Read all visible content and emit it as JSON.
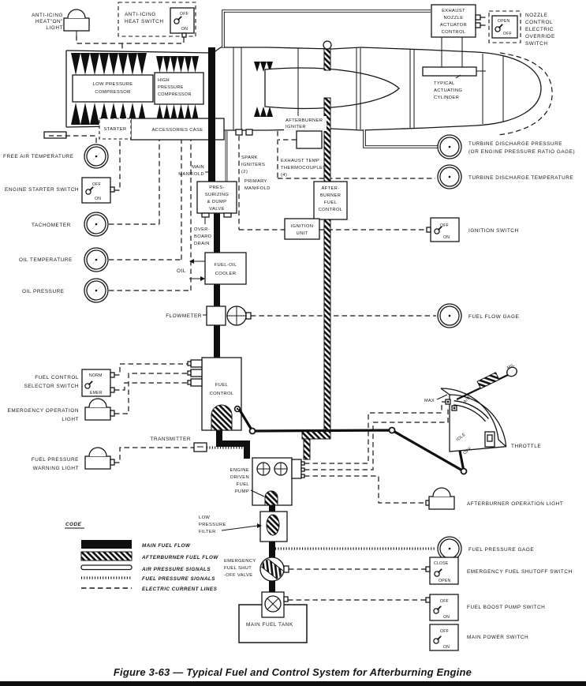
{
  "figure_caption": "Figure 3-63 — Typical Fuel and Control System for Afterburning Engine",
  "colors": {
    "ink": "#161616",
    "paper": "#ffffff"
  },
  "top_left": {
    "light_label": [
      "ANTI-ICING",
      "HEAT\"ON\"",
      "LIGHT"
    ],
    "switch_label": [
      "ANTI-ICING",
      "HEAT SWITCH"
    ],
    "switch_off": "OFF",
    "switch_on": "ON"
  },
  "top_right": {
    "actuator_box": [
      "EXHAUST",
      "NOZZLE",
      "ACTUATOR",
      "CONTROL"
    ],
    "override_label": [
      "NOZZLE",
      "CONTROL",
      "ELECTRIC",
      "OVERRIDE",
      "SWITCH"
    ],
    "override_open": "OPEN",
    "override_off": "OFF",
    "cylinder_label": [
      "TYPICAL",
      "ACTUATING",
      "CYLINDER"
    ]
  },
  "engine": {
    "lp": [
      "LOW PRESSURE",
      "COMPRESSOR"
    ],
    "hp": [
      "HIGH",
      "PRESSURE",
      "COMPRESSOR"
    ],
    "starter": "STARTER",
    "accessories": "ACCESSORIES CASE",
    "main_manifold": [
      "MAIN",
      "MANIFOLD"
    ],
    "spark": [
      "SPARK",
      "IGNITERS",
      "(2)"
    ],
    "primary": [
      "PRIMARY",
      "MANIFOLD"
    ],
    "thermocouples": [
      "EXHAUST TEMP",
      "THERMOCOUPLES",
      "(4)"
    ],
    "ab_igniter": [
      "AFTERBURNER",
      "IGNITER"
    ]
  },
  "left": {
    "free_air": "FREE AIR TEMPERATURE",
    "starter_switch": "ENGINE STARTER SWITCH",
    "starter_off": "OFF",
    "starter_on": "ON",
    "tachometer": "TACHOMETER",
    "oil_temp": "OIL TEMPERATURE",
    "oil_press": "OIL PRESSURE",
    "selector": [
      "FUEL CONTROL",
      "SELECTOR SWITCH"
    ],
    "selector_norm": "NORM",
    "selector_emer": "EMER",
    "emer_light": [
      "EMERGENCY OPERATION",
      "LIGHT"
    ],
    "warn_light": [
      "FUEL PRESSURE",
      "WARNING LIGHT"
    ],
    "transmitter": "TRANSMITTER"
  },
  "center": {
    "pres_valve": [
      "PRES-",
      "SURIZING",
      "& DUMP",
      "VALVE"
    ],
    "overboard": [
      "OVER-",
      "BOARD",
      "DRAIN"
    ],
    "cooler": [
      "FUEL-OIL",
      "COOLER"
    ],
    "oil": "OIL",
    "flowmeter": "FLOWMETER",
    "ab_fuel_control": [
      "AFTER-",
      "BURNER",
      "FUEL",
      "CONTROL"
    ],
    "ignition_unit": [
      "IGNITION",
      "UNIT"
    ],
    "fuel_control": [
      "FUEL",
      "CONTROL"
    ],
    "pump": [
      "ENGINE",
      "DRIVEN",
      "FUEL",
      "PUMP"
    ],
    "filter": [
      "LOW",
      "PRESSURE",
      "FILTER"
    ],
    "shutoff_valve": [
      "EMERGENCY",
      "FUEL SHUT",
      "-OFF VALVE"
    ],
    "tank": "MAIN FUEL TANK"
  },
  "right": {
    "tdp": [
      "TURBINE DISCHARGE PRESSURE",
      "(OR ENGINE PRESSURE RATIO GAGE)"
    ],
    "tdt": "TURBINE DISCHARGE TEMPERATURE",
    "ignition_switch": "IGNITION SWITCH",
    "ignition_off": "OFF",
    "ignition_on": "ON",
    "fuel_flow": "FUEL FLOW GAGE",
    "ab_light": "AFTERBURNER OPERATION LIGHT",
    "fp_gage": "FUEL PRESSURE GAGE",
    "efs": "EMERGENCY FUEL SHUTOFF SWITCH",
    "efs_close": "CLOSE",
    "efs_open": "OPEN",
    "boost": "FUEL BOOST PUMP SWITCH",
    "boost_off": "OFF",
    "boost_on": "ON",
    "power": "MAIN POWER SWITCH",
    "power_off": "OFF",
    "power_on": "ON"
  },
  "throttle": {
    "max": "MAX",
    "ab": "A/B",
    "mil": "MIL",
    "idle": "IDLE",
    "off": "OFF",
    "label": "THROTTLE"
  },
  "legend": {
    "title": "CODE",
    "items": [
      {
        "label": "MAIN FUEL FLOW"
      },
      {
        "label": "AFTERBURNER FUEL FLOW"
      },
      {
        "label": "AIR PRESSURE SIGNALS"
      },
      {
        "label": "FUEL PRESSURE SIGNALS"
      },
      {
        "label": "ELECTRIC CURRENT LINES"
      }
    ]
  }
}
